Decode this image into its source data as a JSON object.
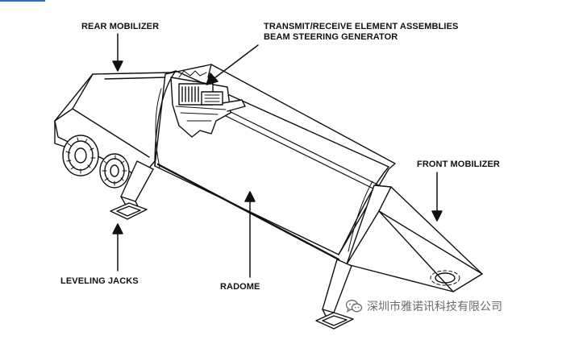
{
  "labels": {
    "rear_mobilizer": "REAR MOBILIZER",
    "transmit_receive": "TRANSMIT/RECEIVE ELEMENT ASSEMBLIES",
    "beam_steering": "BEAM STEERING GENERATOR",
    "front_mobilizer": "FRONT MOBILIZER",
    "leveling_jacks": "LEVELING JACKS",
    "radome": "RADOME"
  },
  "watermark": {
    "text": "深圳市雅诺讯科技有限公司",
    "icon": "wechat-icon"
  },
  "colors": {
    "ink": "#111111",
    "accent_line": "#2b6cc4",
    "watermark": "#6b6b6b"
  }
}
